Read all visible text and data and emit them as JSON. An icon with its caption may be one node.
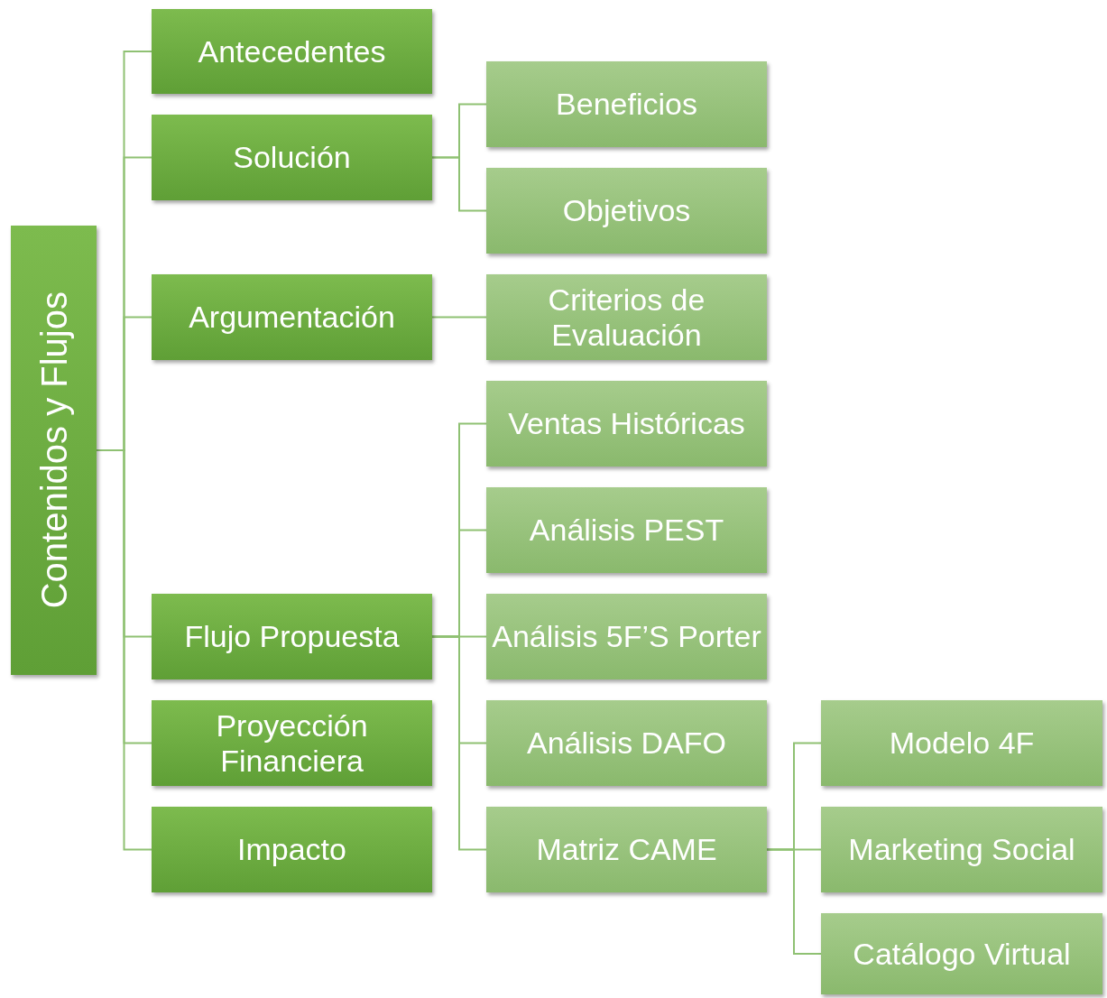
{
  "diagram": {
    "nodes": [
      {
        "text": [
          "Contenidos y Flujos"
        ]
      },
      {
        "text": [
          "Antecedentes"
        ]
      },
      {
        "text": [
          "Solución"
        ]
      },
      {
        "text": [
          "Argumentación"
        ]
      },
      {
        "text": [
          "Flujo Propuesta"
        ]
      },
      {
        "text": [
          "Proyección Financiera"
        ]
      },
      {
        "text": [
          "Impacto"
        ]
      },
      {
        "text": [
          "Beneficios"
        ]
      },
      {
        "text": [
          "Objetivos"
        ]
      },
      {
        "text": [
          "Criterios de Evaluación"
        ]
      },
      {
        "text": [
          "Ventas Históricas"
        ]
      },
      {
        "text": [
          "Análisis PEST"
        ]
      },
      {
        "text": [
          "Análisis 5F’S Porter"
        ]
      },
      {
        "text": [
          "Análisis DAFO"
        ]
      },
      {
        "text": [
          "Matriz CAME"
        ]
      },
      {
        "text": [
          "Modelo 4F"
        ]
      },
      {
        "text": [
          "Marketing Social"
        ]
      },
      {
        "text": [
          "Catálogo Virtual"
        ]
      }
    ],
    "edges": [
      {
        "from": 0,
        "to": 1,
        "arrow": "none"
      },
      {
        "from": 0,
        "to": 2,
        "arrow": "none"
      },
      {
        "from": 0,
        "to": 3,
        "arrow": "none"
      },
      {
        "from": 0,
        "to": 4,
        "arrow": "none"
      },
      {
        "from": 0,
        "to": 5,
        "arrow": "none"
      },
      {
        "from": 0,
        "to": 6,
        "arrow": "none"
      },
      {
        "from": 2,
        "to": 7,
        "arrow": "none"
      },
      {
        "from": 2,
        "to": 8,
        "arrow": "none"
      },
      {
        "from": 3,
        "to": 9,
        "arrow": "none"
      },
      {
        "from": 4,
        "to": 10,
        "arrow": "none"
      },
      {
        "from": 4,
        "to": 11,
        "arrow": "none"
      },
      {
        "from": 4,
        "to": 12,
        "arrow": "none"
      },
      {
        "from": 4,
        "to": 13,
        "arrow": "none"
      },
      {
        "from": 4,
        "to": 14,
        "arrow": "none"
      },
      {
        "from": 14,
        "to": 15,
        "arrow": "none"
      },
      {
        "from": 14,
        "to": 16,
        "arrow": "none"
      },
      {
        "from": 14,
        "to": 17,
        "arrow": "none"
      }
    ]
  }
}
